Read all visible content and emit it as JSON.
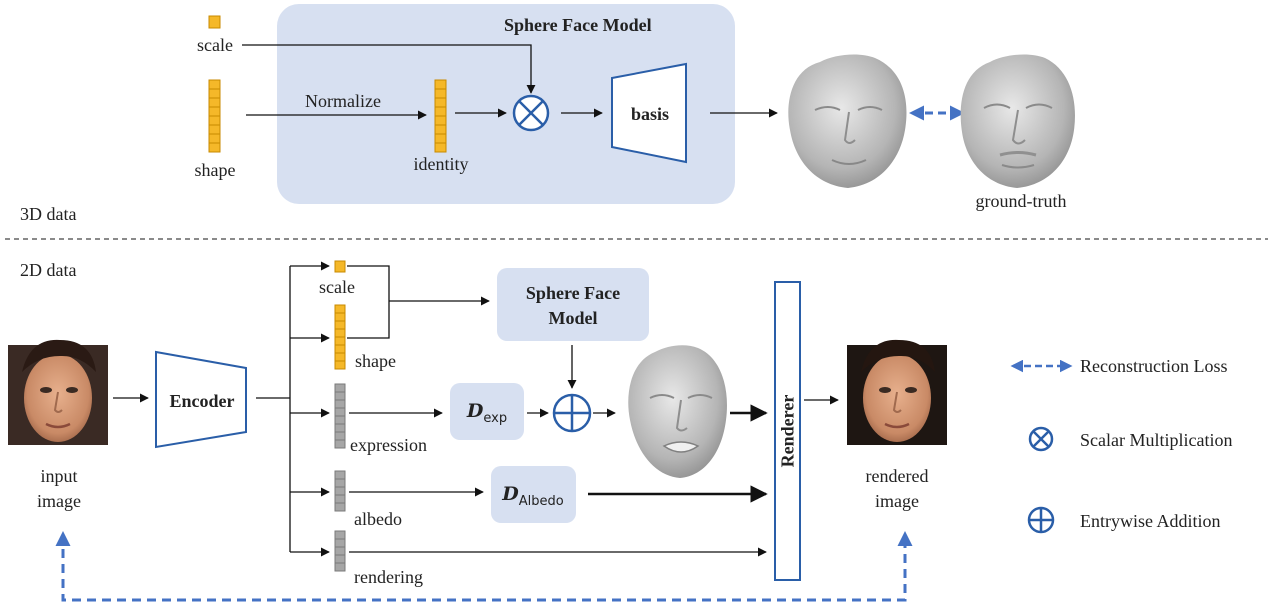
{
  "top": {
    "section_label": "3D data",
    "model_title": "Sphere Face Model",
    "scale_label": "scale",
    "shape_label": "shape",
    "normalize_label": "Normalize",
    "identity_label": "identity",
    "basis_label": "basis",
    "ground_truth_label": "ground-truth"
  },
  "bottom": {
    "section_label": "2D data",
    "scale_label": "scale",
    "shape_label": "shape",
    "expression_label": "expression",
    "albedo_label": "albedo",
    "rendering_label": "rendering",
    "encoder_label": "Encoder",
    "model_title_line1": "Sphere Face",
    "model_title_line2": "Model",
    "d_exp_main": "D",
    "d_exp_sub": "exp",
    "d_albedo_main": "D",
    "d_albedo_sub": "Albedo",
    "renderer_label": "Renderer",
    "input_line1": "input",
    "input_line2": "image",
    "rendered_line1": "rendered",
    "rendered_line2": "image"
  },
  "legend": {
    "reconstruction_loss": "Reconstruction Loss",
    "scalar_multiplication": "Scalar Multiplication",
    "entrywise_addition": "Entrywise Addition"
  },
  "colors": {
    "model_box": "#d7e0f1",
    "vector_yellow": "#f5b829",
    "vector_gray": "#a6a6a6",
    "accent_blue": "#2a5ea8",
    "loss_arrow": "#4472c4"
  }
}
